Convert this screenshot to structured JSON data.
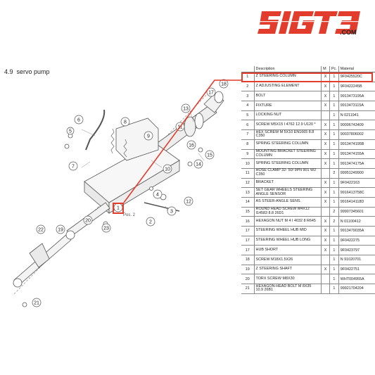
{
  "brand": {
    "logo_text": "5IGT3",
    "domain_suffix": ".COM",
    "accent": "#e23c2c"
  },
  "section": {
    "number": "4.9",
    "title": "servo pump"
  },
  "diagram_note": "Pos. 2",
  "callouts": [
    "1",
    "2",
    "3",
    "4",
    "5",
    "6",
    "7",
    "8",
    "9",
    "10",
    "11",
    "12",
    "13",
    "14",
    "15",
    "16",
    "17",
    "18",
    "19",
    "20",
    "21",
    "22",
    "23"
  ],
  "table": {
    "headers": {
      "num": "",
      "description": "Description",
      "m": "M",
      "pc": "Pc.",
      "material": "Material"
    },
    "rows": [
      {
        "num": "1",
        "description": "Z STEERING COLUMN",
        "m": "X",
        "pc": "1",
        "material": "9F0425520C"
      },
      {
        "num": "2",
        "description": "Z ADJUSTING ELEMENT",
        "m": "X",
        "pc": "1",
        "material": "9F0422245B"
      },
      {
        "num": "3",
        "description": "BOLT",
        "m": "X",
        "pc": "1",
        "material": "9913473195A"
      },
      {
        "num": "4",
        "description": "FIXTURE",
        "m": "X",
        "pc": "1",
        "material": "9913473115A"
      },
      {
        "num": "5",
        "description": "LOCKING NUT",
        "m": "",
        "pc": "1",
        "material": "N 0211941"
      },
      {
        "num": "6",
        "description": "SCREW M5X15 I 4762 12.9 U120 *",
        "m": "X",
        "pc": "1",
        "material": "90006743409"
      },
      {
        "num": "7",
        "description": "HEX SCREW M 5X10 EN1665 8.8 C350",
        "m": "X",
        "pc": "1",
        "material": "90037806002"
      },
      {
        "num": "8",
        "description": "SPRING STEERING COLUMN",
        "m": "X",
        "pc": "1",
        "material": "9913474195B"
      },
      {
        "num": "9",
        "description": "MOUNTING BRACKET STEERING COLUMN",
        "m": "X",
        "pc": "1",
        "material": "9913474155A"
      },
      {
        "num": "10",
        "description": "SPRING STEERING COLUMN",
        "m": "X",
        "pc": "1",
        "material": "9913474175A"
      },
      {
        "num": "11",
        "description": "HOSE CLAMP 32- 50/ 9PN 901 W2 C350",
        "m": "",
        "pc": "2",
        "material": "99951249900"
      },
      {
        "num": "12",
        "description": "BRACKET",
        "m": "X",
        "pc": "1",
        "material": "9F0422163"
      },
      {
        "num": "13",
        "description": "SET GEAR WHEELS STEERING ANGLE SENSOR",
        "m": "X",
        "pc": "1",
        "material": "9916413758C"
      },
      {
        "num": "14",
        "description": "AS STEER-ANGLE SENS.",
        "m": "X",
        "pc": "1",
        "material": "9916414118D"
      },
      {
        "num": "15",
        "description": "ROUND HEAD SCREW M4X12 I14583 8.8 26D1",
        "m": "",
        "pc": "2",
        "material": "99907345601"
      },
      {
        "num": "16",
        "description": "HEXAGON NUT M 4 I 4032 8 R645",
        "m": "X",
        "pc": "2",
        "material": "N 01100412"
      },
      {
        "num": "17",
        "description": "STEERING WHEEL HUB MID",
        "m": "X",
        "pc": "1",
        "material": "9913479035A"
      },
      {
        "num": "17",
        "description": "STEERING WHEEL HUB LONG",
        "m": "X",
        "pc": "1",
        "material": "9F0422275"
      },
      {
        "num": "17",
        "description": "HUB SHORT",
        "m": "X",
        "pc": "1",
        "material": "9F0423797"
      },
      {
        "num": "18",
        "description": "SCREW M18X1.5X26",
        "m": "",
        "pc": "1",
        "material": "N 91020701"
      },
      {
        "num": "19",
        "description": "Z STEERING SHAFT",
        "m": "X",
        "pc": "1",
        "material": "9F0422751"
      },
      {
        "num": "20",
        "description": "TORX SCREW M8X30",
        "m": "",
        "pc": "1",
        "material": "WHT004955A"
      },
      {
        "num": "21",
        "description": "HEXAGON-HEAD BOLT M 8X35 10.9 26B1",
        "m": "",
        "pc": "1",
        "material": "99921704204"
      }
    ]
  }
}
